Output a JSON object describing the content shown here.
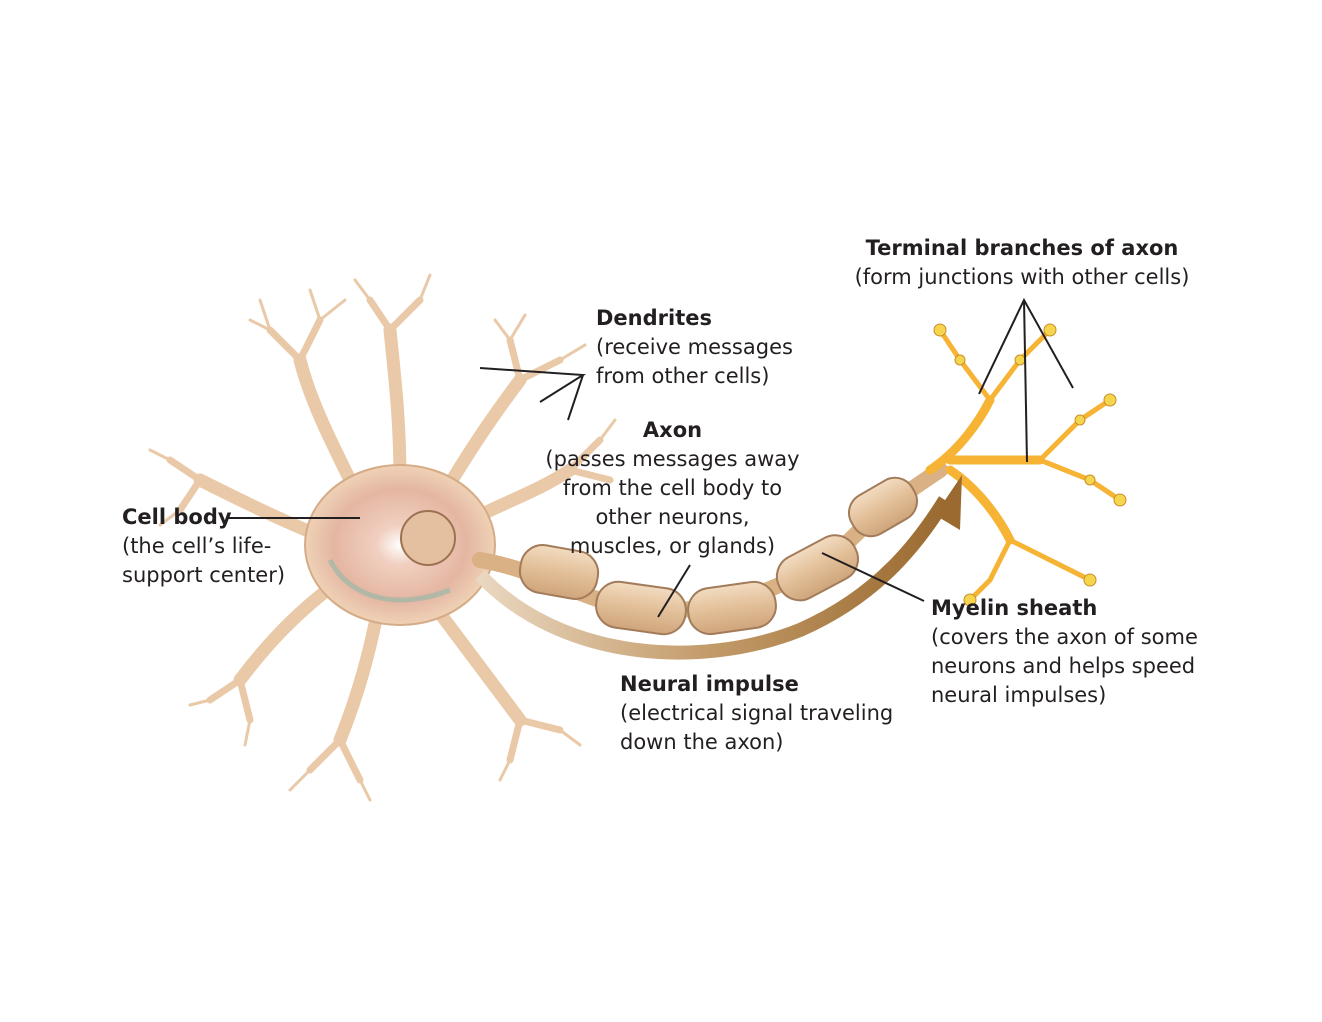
{
  "labels": {
    "cell_body": {
      "title": "Cell body",
      "desc": [
        "(the cell’s life-",
        "support center)"
      ]
    },
    "dendrites": {
      "title": "Dendrites",
      "desc": [
        "(receive messages",
        "from other cells)"
      ]
    },
    "axon": {
      "title": "Axon",
      "desc": [
        "(passes messages away",
        "from the cell body to",
        "other neurons,",
        "muscles, or glands)"
      ]
    },
    "terminal": {
      "title": "Terminal branches of axon",
      "desc": [
        "(form junctions with other cells)"
      ]
    },
    "myelin": {
      "title": "Myelin sheath",
      "desc": [
        "(covers the axon of some",
        "neurons and helps speed",
        "neural impulses)"
      ]
    },
    "impulse": {
      "title": "Neural impulse",
      "desc": [
        "(electrical signal traveling",
        "down the axon)"
      ]
    }
  },
  "colors": {
    "neuron_fill": "#f0d3b5",
    "neuron_stroke": "#c99a72",
    "cell_body_tint": "#e3b3a0",
    "myelin_fill": "#e8c9a6",
    "myelin_stroke": "#a27c5a",
    "terminal_fill": "#f6b334",
    "terminal_tip": "#f4d54d",
    "impulse_arrow": "#a8773c",
    "leader_line": "#231f20"
  }
}
